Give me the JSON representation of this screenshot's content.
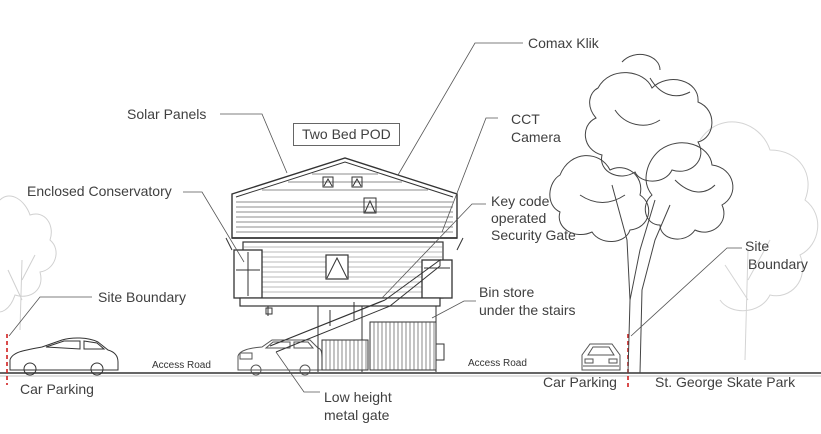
{
  "labels": {
    "solar_panels": "Solar Panels",
    "two_bed_pod": "Two Bed POD",
    "comax_klik": "Comax Klik",
    "cct_camera_1": "CCT",
    "cct_camera_2": "Camera",
    "enclosed_conservatory": "Enclosed Conservatory",
    "key_code_1": "Key code",
    "key_code_2": "operated",
    "key_code_3": "Security Gate",
    "site_boundary_left": "Site Boundary",
    "site_boundary_right_1": "Site",
    "site_boundary_right_2": "Boundary",
    "bin_store_1": "Bin store",
    "bin_store_2": "under the stairs",
    "access_road_left": "Access Road",
    "access_road_right": "Access Road",
    "car_parking_left": "Car Parking",
    "car_parking_right": "Car Parking",
    "skate_park": "St. George Skate Park",
    "low_gate_1": "Low height",
    "low_gate_2": "metal gate"
  },
  "colors": {
    "line": "#333333",
    "leader": "#555555",
    "boundary": "#d02020",
    "faint_tree": "#c8c8c8"
  }
}
